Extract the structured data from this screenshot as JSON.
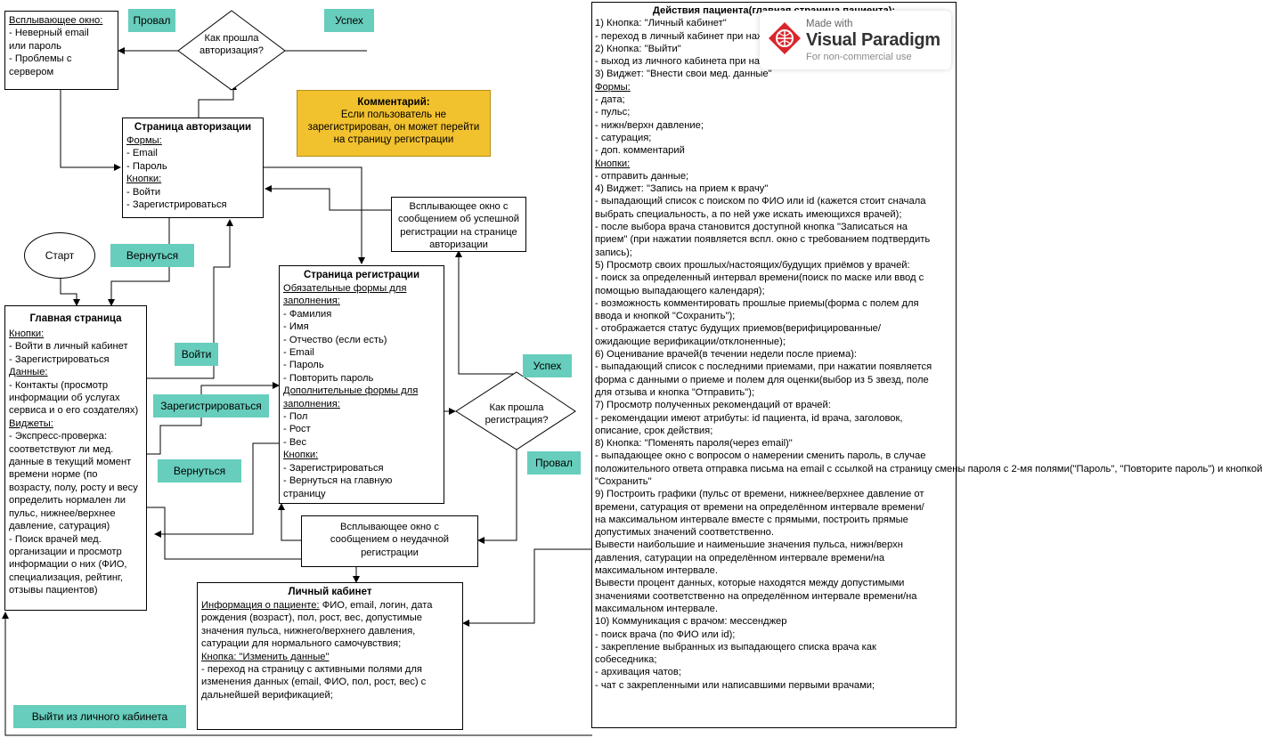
{
  "popup_auth_fail": {
    "title": "Всплывающее окно:",
    "lines": [
      "- Неверный email",
      "или пароль",
      "- Проблемы с",
      "сервером"
    ]
  },
  "auth_page": {
    "title": "Страница авторизации",
    "forms_label": "Формы:",
    "forms": [
      "- Email",
      "- Пароль"
    ],
    "buttons_label": "Кнопки:",
    "buttons": [
      "- Войти",
      "- Зарегистрироваться"
    ]
  },
  "decision_auth": {
    "line1": "Как прошла",
    "line2": "авторизация?"
  },
  "decision_reg": {
    "line1": "Как прошла",
    "line2": "регистрация?"
  },
  "labels": {
    "fail_top": "Провал",
    "success_top": "Успех",
    "back_top": "Вернуться",
    "login": "Войти",
    "register": "Зарегистрироваться",
    "back_mid": "Вернуться",
    "success_reg": "Успех",
    "fail_reg": "Провал",
    "logout": "Выйти из личного кабинета"
  },
  "comment": {
    "title": "Комментарий:",
    "lines": [
      "Если пользователь не",
      "зарегистрирован, он может перейти",
      "на страницу регистрации"
    ]
  },
  "popup_reg_success": {
    "lines": [
      "Всплывающее окно с",
      "сообщением об успешной",
      "регистрации на странице",
      "авторизации"
    ]
  },
  "popup_reg_fail": {
    "lines": [
      "Всплывающее окно с",
      "сообщением о неудачной",
      "регистрации"
    ]
  },
  "start": {
    "label": "Старт"
  },
  "main_page": {
    "title": "Главная страница",
    "buttons_label": "Кнопки:",
    "buttons": [
      "- Войти в личный кабинет",
      "- Зарегистрироваться"
    ],
    "data_label": "Данные:",
    "data": [
      "- Контакты (просмотр",
      "информации об услугах",
      "сервиса и о его создателях)"
    ],
    "widgets_label": "Виджеты:",
    "widgets": [
      "- Экспресс-проверка:",
      "соответствуют ли мед.",
      "данные в текущий момент",
      "времени норме (по",
      "возрасту, полу, росту и весу",
      "определить нормален ли",
      "пульс, нижнее/верхнее",
      "давление, сатурация)",
      "- Поиск врачей мед.",
      "организации и просмотр",
      "информации о них (ФИО,",
      "специализация, рейтинг,",
      "отзывы пациентов)"
    ]
  },
  "reg_page": {
    "title": "Страница регистрации",
    "req_label_1": "Обязательные формы для",
    "req_label_2": "заполнения:",
    "req": [
      "- Фамилия",
      "- Имя",
      "- Отчество (если есть)",
      "-  Email",
      "- Пароль",
      "- Повторить пароль"
    ],
    "opt_label": "Дополнительные формы для заполнения:",
    "opt": [
      "- Пол",
      "- Рост",
      "- Вес"
    ],
    "buttons_label": "Кнопки:",
    "buttons": [
      "- Зарегистрироваться",
      "- Вернуться на главную",
      "страницу"
    ]
  },
  "cabinet": {
    "title": "Личный кабинет",
    "info_label": "Информация о пациенте:",
    "info_first": " ФИО, email, логин, дата",
    "info_lines": [
      "рождения (возраст), пол, рост, вес, допустимые",
      "значения пульса, нижнего/верхнего давления,",
      "сатурации для нормального самочувствия;"
    ],
    "button_label": "Кнопка: \"Изменить данные\"",
    "button_lines": [
      "- переход на страницу с активными полями для",
      "изменения данных (email, ФИО, пол, рост, вес)  с",
      "дальнейшей верификацией;"
    ]
  },
  "actions": {
    "title": "Действия пациента(главная страница пациента):",
    "lines": [
      "1) Кнопка: \"Личный кабинет\"",
      "- переход в личный кабинет при нажатии",
      "2) Кнопка: \"Выйти\"",
      "- выход из личного кабинета при нажатии",
      "3) Виджет: \"Внести свои мед. данные\"",
      "Формы:",
      "- дата;",
      "- пульс;",
      "- нижн/верхн давление;",
      "- сатурация;",
      "- доп. комментарий",
      "Кнопки:",
      "- отправить данные;",
      "4) Виджет: \"Запись на прием к врачу\"",
      "- выпадающий список с поиском по ФИО или id (кажется стоит сначала",
      "выбрать специальность, а по ней уже искать имеющихся врачей);",
      "- после выбора врача становится доступной кнопка \"Записаться на",
      "прием\" (при нажатии появляется вспл. окно с требованием подтвердить",
      "запись);",
      "5) Просмотр своих прошлых/настоящих/будущих приёмов у врачей:",
      "- поиск за определенный интервал времени(поиск по маске или ввод с",
      "помощью выпадающего календаря);",
      "- возможность комментировать прошлые приемы(форма с полем для",
      "ввода и кнопкой \"Сохранить\");",
      "- отображается статус будущих приемов(верифицированные/",
      "ожидающие верификации/отклоненные);",
      "6) Оценивание врачей(в течении недели после приема):",
      "- выпадающий список с последними приемами, при нажатии появляется",
      "форма с данными о приеме и полем для оценки(выбор из 5 звезд, поле",
      "для отзыва и кнопка \"Отправить\");",
      "7) Просмотр полученных рекомендаций от врачей:",
      "- рекомендации имеют атрибуты: id пациента, id врача, заголовок,",
      "описание, срок действия;",
      "8) Кнопка: \"Поменять пароля(через email)\"",
      "-  выпадающее окно с вопросом о намерении сменить пароль, в случае",
      "положительного ответа отправка письма на email с ссылкой на страницу",
      "смены пароля с 2-мя полями(\"Пароль\", \"Повторите пароль\") и кнопкой",
      "\"Сохранить\"",
      "9) Построить графики (пульс от времени, нижнее/верхнее давление от",
      "времени, сатурация от времени на определённом интервале времени/",
      "на максимальном интервале вместе с прямыми, построить прямые",
      "допустимых значений соответственно.",
      "Вывести наибольшие и наименьшие значения пульса, нижн/верхн",
      "давления, сатурации на определённом интервале времени/на",
      "максимальном интервале.",
      "Вывести процент данных, которые находятся между допустимыми",
      "значениями соответственно на определённом интервале времени/на",
      "максимальном интервале.",
      "10) Коммуникация с врачом: мессенджер",
      "- поиск врача (по ФИО или id);",
      "- закрепление выбранных из выпадающего списка врача как",
      "собеседника;",
      "- архивация чатов;",
      "- чат с закрепленными или написавшими первыми врачами;"
    ],
    "underlined": [
      "Формы:",
      "Кнопки:"
    ]
  },
  "watermark": {
    "line1": "Made with",
    "line2": "Visual Paradigm",
    "line3": "For non-commercial use"
  }
}
